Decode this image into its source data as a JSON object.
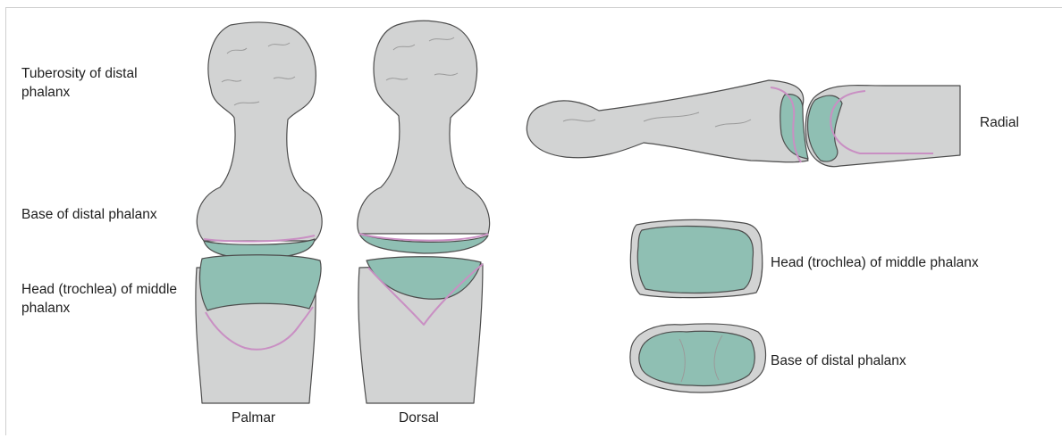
{
  "labels": {
    "tuberosity": "Tuberosity of distal phalanx",
    "base_left": "Base of distal phalanx",
    "head_left": "Head (trochlea) of middle phalanx",
    "palmar": "Palmar",
    "dorsal": "Dorsal",
    "radial": "Radial",
    "head_right": "Head (trochlea) of middle phalanx",
    "base_right": "Base of distal phalanx"
  },
  "colors": {
    "bone": "#d2d3d3",
    "outline": "#4d4d4d",
    "cartilage": "#8fbfb3",
    "capsule_line": "#c98fc3"
  }
}
